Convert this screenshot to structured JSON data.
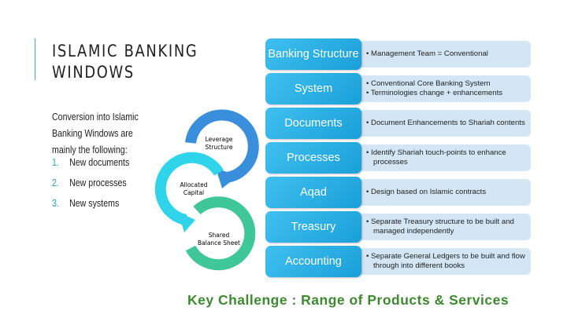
{
  "title": {
    "line1": "ISLAMIC BANKING",
    "line2": "WINDOWS"
  },
  "intro": "Conversion into Islamic Banking Windows are mainly the following:",
  "list": [
    {
      "num": "1.",
      "text": "New documents"
    },
    {
      "num": "2.",
      "text": "New processes"
    },
    {
      "num": "3.",
      "text": "New systems"
    }
  ],
  "cycle": {
    "c1": [
      "Leverage",
      "Structure"
    ],
    "c2": [
      "Allocated",
      "Capital"
    ],
    "c3": [
      "Shared",
      "Balance Sheet"
    ],
    "colors": [
      "#3a8fdc",
      "#2fd3ea",
      "#3fc79a"
    ]
  },
  "rows": [
    {
      "label": "Banking Structure",
      "bullets": [
        "Management Team = Conventional"
      ]
    },
    {
      "label": "System",
      "bullets": [
        "Conventional Core Banking System",
        "Terminologies change + enhancements"
      ]
    },
    {
      "label": "Documents",
      "bullets": [
        "Document Enhancements to Shariah contents"
      ]
    },
    {
      "label": "Processes",
      "bullets": [
        "Identify Shariah touch-points to enhance processes"
      ]
    },
    {
      "label": "Aqad",
      "bullets": [
        "Design based on Islamic contracts"
      ]
    },
    {
      "label": "Treasury",
      "bullets": [
        "Separate Treasury structure to be built and managed independently"
      ]
    },
    {
      "label": "Accounting",
      "bullets": [
        "Separate General Ledgers to be built and flow through into different books"
      ]
    }
  ],
  "footer": "Key Challenge : Range of Products & Services"
}
